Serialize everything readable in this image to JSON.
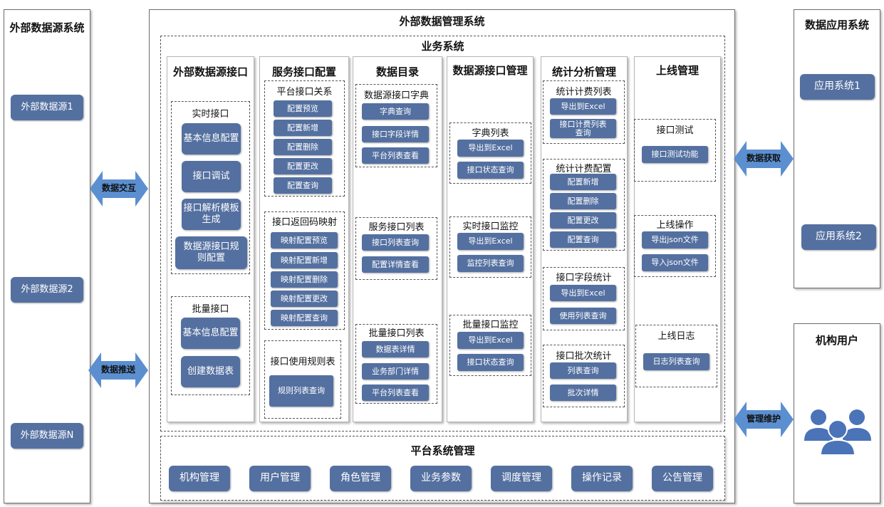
{
  "external_sources": {
    "title": "外部数据源系统",
    "items": [
      "外部数据源1",
      "外部数据源2",
      "外部数据源N"
    ]
  },
  "main": {
    "title": "外部数据管理系统",
    "business": {
      "title": "业务系统",
      "col1": {
        "title": "外部数据源接口",
        "realtime": {
          "label": "实时接口",
          "items": [
            "基本信息配置",
            "接口调试",
            "接口解析模板生成",
            "数据源接口规则配置"
          ]
        },
        "batch": {
          "label": "批量接口",
          "items": [
            "基本信息配置",
            "创建数据表"
          ]
        }
      },
      "col2": {
        "title": "服务接口配置",
        "relation": {
          "label": "平台接口关系",
          "items": [
            "配置预览",
            "配置新增",
            "配置删除",
            "配置更改",
            "配置查询"
          ]
        },
        "mapping": {
          "label": "接口返回码映射",
          "items": [
            "映射配置预览",
            "映射配置新增",
            "映射配置删除",
            "映射配置更改",
            "映射配置查询"
          ]
        },
        "rules": {
          "label": "接口使用规则表",
          "items": [
            "规则列表查询"
          ]
        }
      },
      "col3": {
        "title": "数据目录",
        "dict": {
          "label": "数据源接口字典",
          "items": [
            "字典查询",
            "接口字段详情",
            "平台列表查看"
          ]
        },
        "service": {
          "label": "服务接口列表",
          "items": [
            "接口列表查询",
            "配置详情查看"
          ]
        },
        "batch": {
          "label": "批量接口列表",
          "items": [
            "数据表详情",
            "业务部门详情",
            "平台列表查看"
          ]
        }
      },
      "col4": {
        "title": "数据源接口管理",
        "dict": {
          "label": "字典列表",
          "items": [
            "导出到Excel",
            "接口状态查询"
          ]
        },
        "realtime": {
          "label": "实时接口监控",
          "items": [
            "导出到Excel",
            "监控列表查询"
          ]
        },
        "batch": {
          "label": "批量接口监控",
          "items": [
            "导出到Excel",
            "接口状态查询"
          ]
        }
      },
      "col5": {
        "title": "统计分析管理",
        "billing_list": {
          "label": "统计计费列表",
          "items": [
            "导出到Excel",
            "接口计费列表查询"
          ]
        },
        "billing_config": {
          "label": "统计计费配置",
          "items": [
            "配置新增",
            "配置删除",
            "配置更改",
            "配置查询"
          ]
        },
        "field_stats": {
          "label": "接口字段统计",
          "items": [
            "导出到Excel",
            "使用列表查询"
          ]
        },
        "batch_stats": {
          "label": "接口批次统计",
          "items": [
            "列表查询",
            "批次详情"
          ]
        }
      },
      "col6": {
        "title": "上线管理",
        "test": {
          "label": "接口测试",
          "items": [
            "接口测试功能"
          ]
        },
        "ops": {
          "label": "上线操作",
          "items": [
            "导出json文件",
            "导入json文件"
          ]
        },
        "log": {
          "label": "上线日志",
          "items": [
            "日志列表查询"
          ]
        }
      }
    },
    "platform": {
      "title": "平台系统管理",
      "items": [
        "机构管理",
        "用户管理",
        "角色管理",
        "业务参数",
        "调度管理",
        "操作记录",
        "公告管理"
      ]
    }
  },
  "apps": {
    "title": "数据应用系统",
    "items": [
      "应用系统1",
      "应用系统2"
    ]
  },
  "org_users": {
    "title": "机构用户",
    "icon": "users-icon"
  },
  "arrows": {
    "interact": "数据交互",
    "push": "数据推送",
    "fetch": "数据获取",
    "manage": "管理维护"
  },
  "colors": {
    "button": "#5470a0",
    "arrow": "#5b8fd0",
    "users_icon": "#4a73b8"
  }
}
